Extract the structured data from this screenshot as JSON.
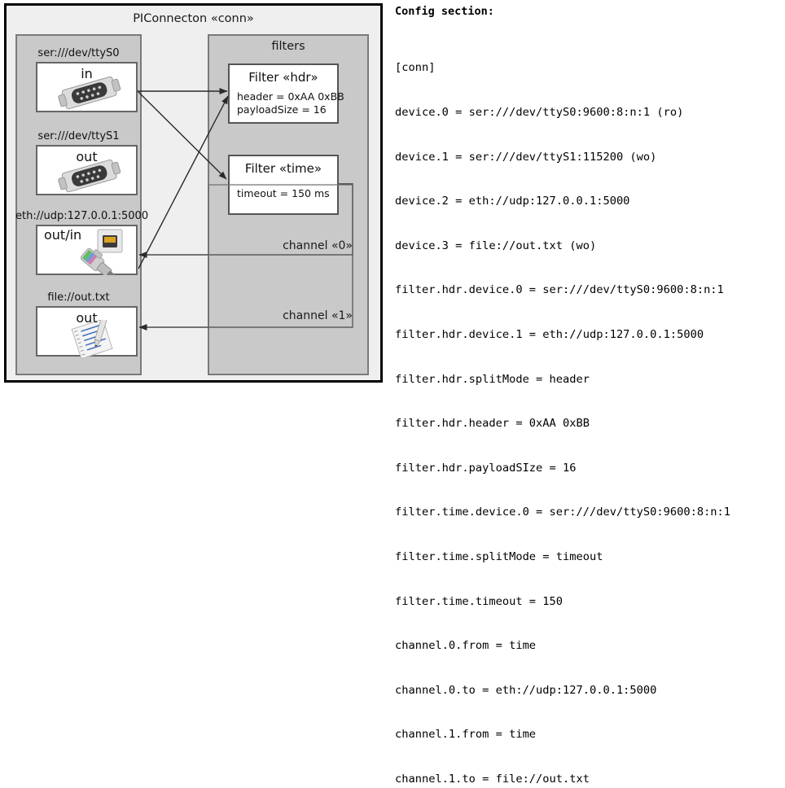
{
  "diagram": {
    "title": "PIConnecton «conn»",
    "devices_group": {
      "title": ""
    },
    "filters_group": {
      "title": "filters"
    },
    "devices": [
      {
        "label": "ser:///dev/ttyS0",
        "name": "in",
        "icon": "serial-port-icon"
      },
      {
        "label": "ser:///dev/ttyS1",
        "name": "out",
        "icon": "serial-port-icon"
      },
      {
        "label": "eth://udp:127.0.0.1:5000",
        "name": "out/in",
        "icon": "ethernet-plug-icon"
      },
      {
        "label": "file://out.txt",
        "name": "out",
        "icon": "text-file-icon"
      }
    ],
    "filters": [
      {
        "title": "Filter «hdr»",
        "attrs": [
          "header = 0xAA 0xBB",
          "payloadSize = 16"
        ]
      },
      {
        "title": "Filter «time»",
        "attrs": [
          "timeout = 150 ms"
        ]
      }
    ],
    "channels": [
      {
        "label": "channel «0»"
      },
      {
        "label": "channel «1»"
      }
    ]
  },
  "config": {
    "heading": "Config section:",
    "lines": [
      "[conn]",
      "device.0 = ser:///dev/ttyS0:9600:8:n:1 (ro)",
      "device.1 = ser:///dev/ttyS1:115200 (wo)",
      "device.2 = eth://udp:127.0.0.1:5000",
      "device.3 = file://out.txt (wo)",
      "filter.hdr.device.0 = ser:///dev/ttyS0:9600:8:n:1",
      "filter.hdr.device.1 = eth://udp:127.0.0.1:5000",
      "filter.hdr.splitMode = header",
      "filter.hdr.header = 0xAA 0xBB",
      "filter.hdr.payloadSIze = 16",
      "filter.time.device.0 = ser:///dev/ttyS0:9600:8:n:1",
      "filter.time.splitMode = timeout",
      "filter.time.timeout = 150",
      "channel.0.from = time",
      "channel.0.to = eth://udp:127.0.0.1:5000",
      "channel.1.from = time",
      "channel.1.to = file://out.txt"
    ]
  },
  "colors": {
    "frame": "#000000",
    "panel_bg": "#efefef",
    "group_bg": "#c9c9c9",
    "box_bg": "#ffffff",
    "line": "#2b2b2b"
  }
}
